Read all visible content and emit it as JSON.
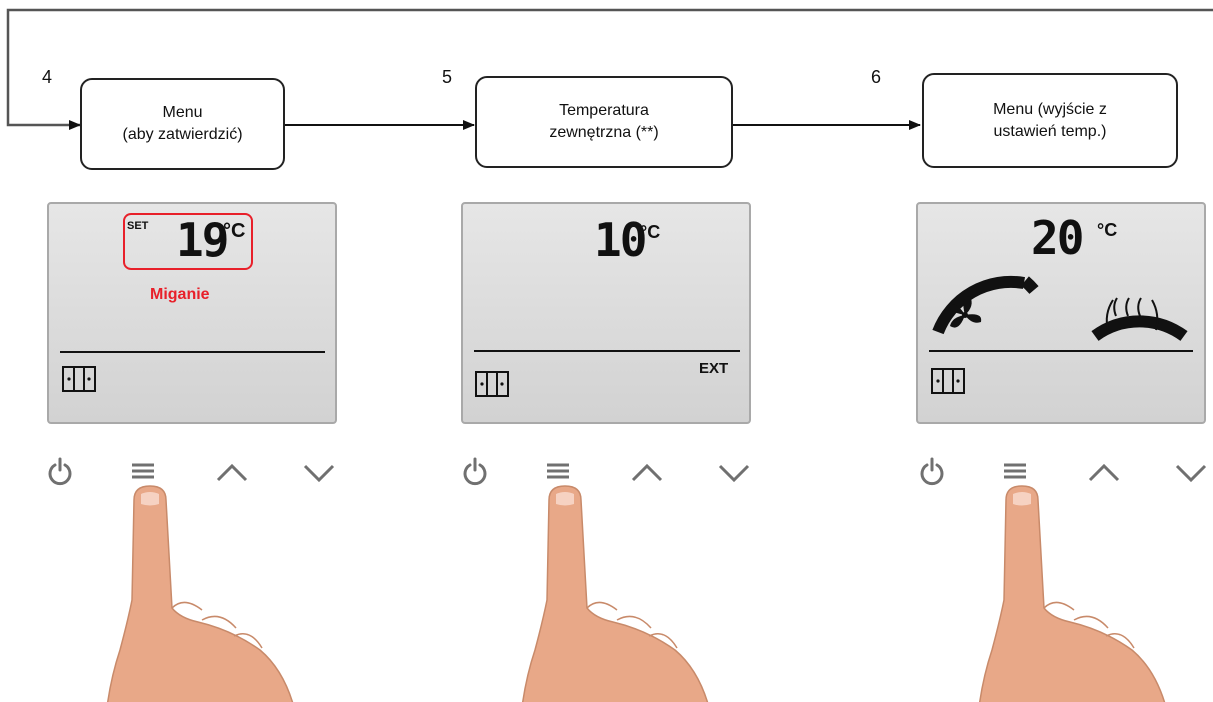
{
  "steps": [
    {
      "number": "4",
      "action": "Menu\n(aby zatwierdzić)",
      "display": {
        "set_label": "SET",
        "temperature": "19",
        "unit": "°C",
        "note": "Miganie"
      }
    },
    {
      "number": "5",
      "action": "Temperatura\nzewnętrzna (**)",
      "display": {
        "temperature": "10",
        "unit": "°C",
        "mode_label": "EXT"
      }
    },
    {
      "number": "6",
      "action": "Menu (wyjście z\nustawień temp.)",
      "display": {
        "temperature": "20",
        "unit": "°C"
      }
    }
  ],
  "colors": {
    "blink_highlight": "#e8202a",
    "lcd_background": "#dcdcdc",
    "button_icons": "#707070",
    "skin": "#e8a888"
  },
  "icons": [
    "power-icon",
    "menu-icon",
    "arrow-up-icon",
    "arrow-down-icon",
    "fan-icon",
    "heat-icon",
    "radiator-icon",
    "pointing-hand-icon"
  ]
}
